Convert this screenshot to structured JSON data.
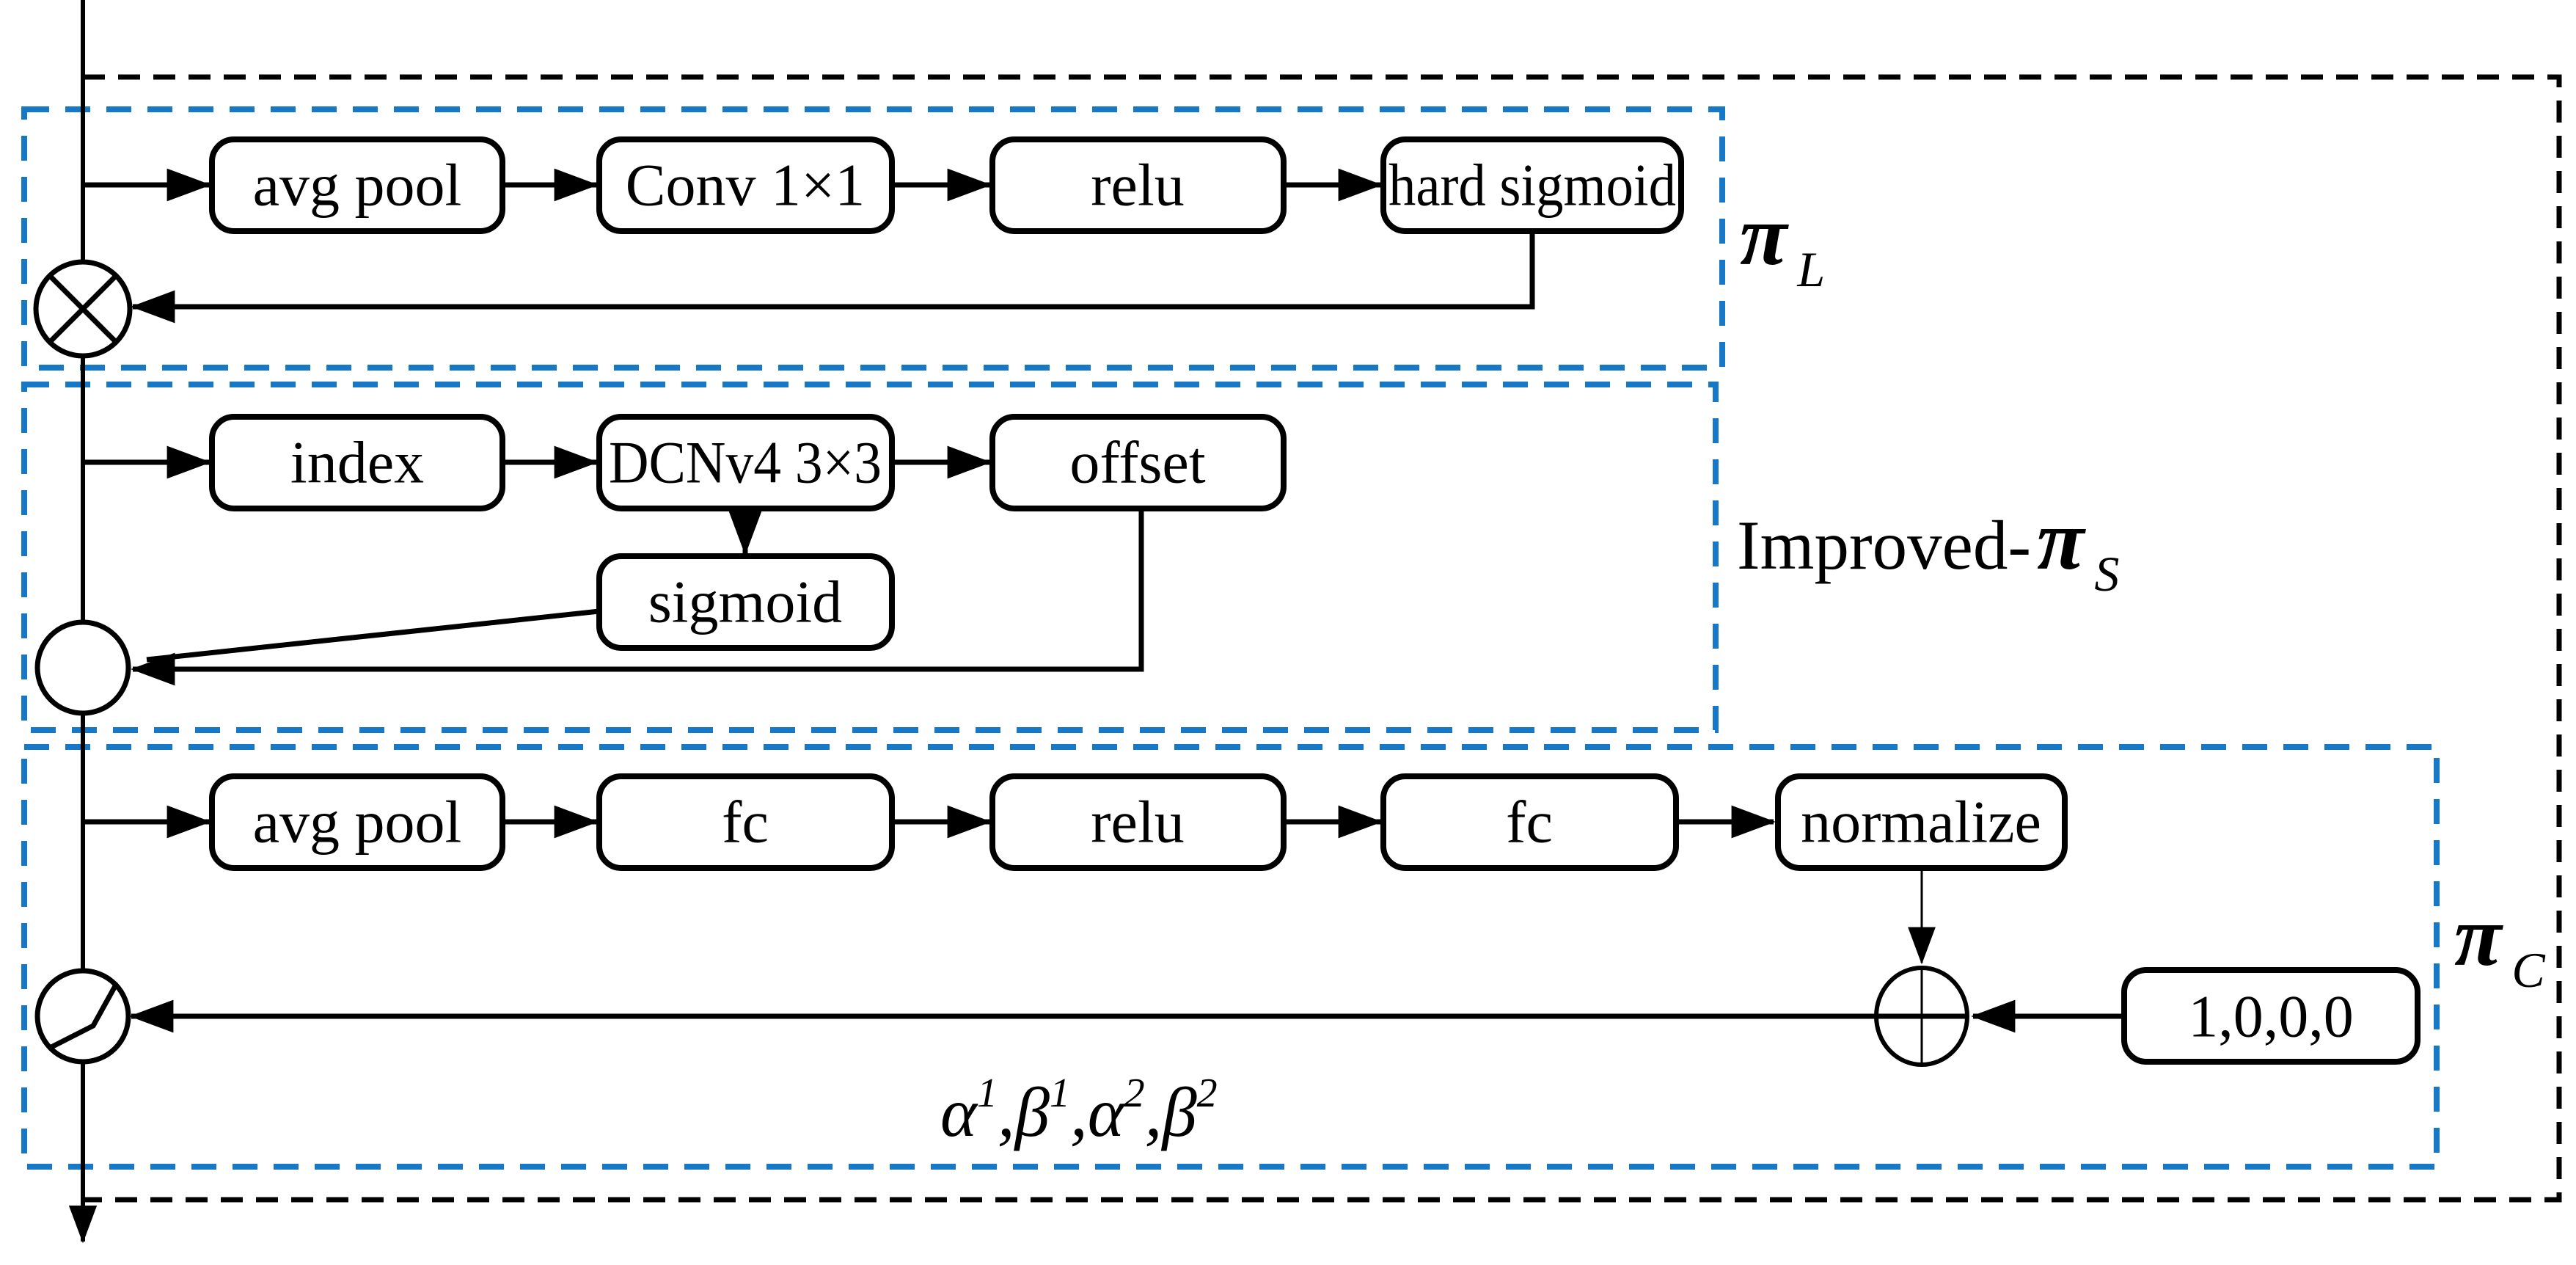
{
  "diagram": {
    "regions": {
      "outer": {
        "style": "black-dashed"
      },
      "pi_L": {
        "pi": "π",
        "sub": "L"
      },
      "pi_S": {
        "prefix": "Improved-",
        "pi": "π",
        "sub": "S"
      },
      "pi_C": {
        "pi": "π",
        "sub": "C"
      }
    },
    "boxes": {
      "avg_pool_1": "avg pool",
      "conv_1x1": "Conv 1×1",
      "relu_1": "relu",
      "hard_sigmoid": "hard sigmoid",
      "index": "index",
      "dcnv4_3x3": "DCNv4 3×3",
      "offset": "offset",
      "sigmoid": "sigmoid",
      "avg_pool_2": "avg pool",
      "fc_1": "fc",
      "relu_2": "relu",
      "fc_2": "fc",
      "normalize": "normalize",
      "init_vector": "1,0,0,0"
    },
    "formula_parts": [
      "α",
      "1",
      ",",
      "β",
      "1",
      ",",
      "α",
      "2",
      ",",
      "β",
      "2"
    ],
    "operators": {
      "multiply": "circle-times",
      "blend": "circle-plain",
      "select": "circle-switch",
      "add": "circle-plus"
    },
    "colors": {
      "region_border": "#1878c8",
      "outer_border": "#000000",
      "line": "#000000",
      "box_fill": "#ffffff"
    }
  }
}
